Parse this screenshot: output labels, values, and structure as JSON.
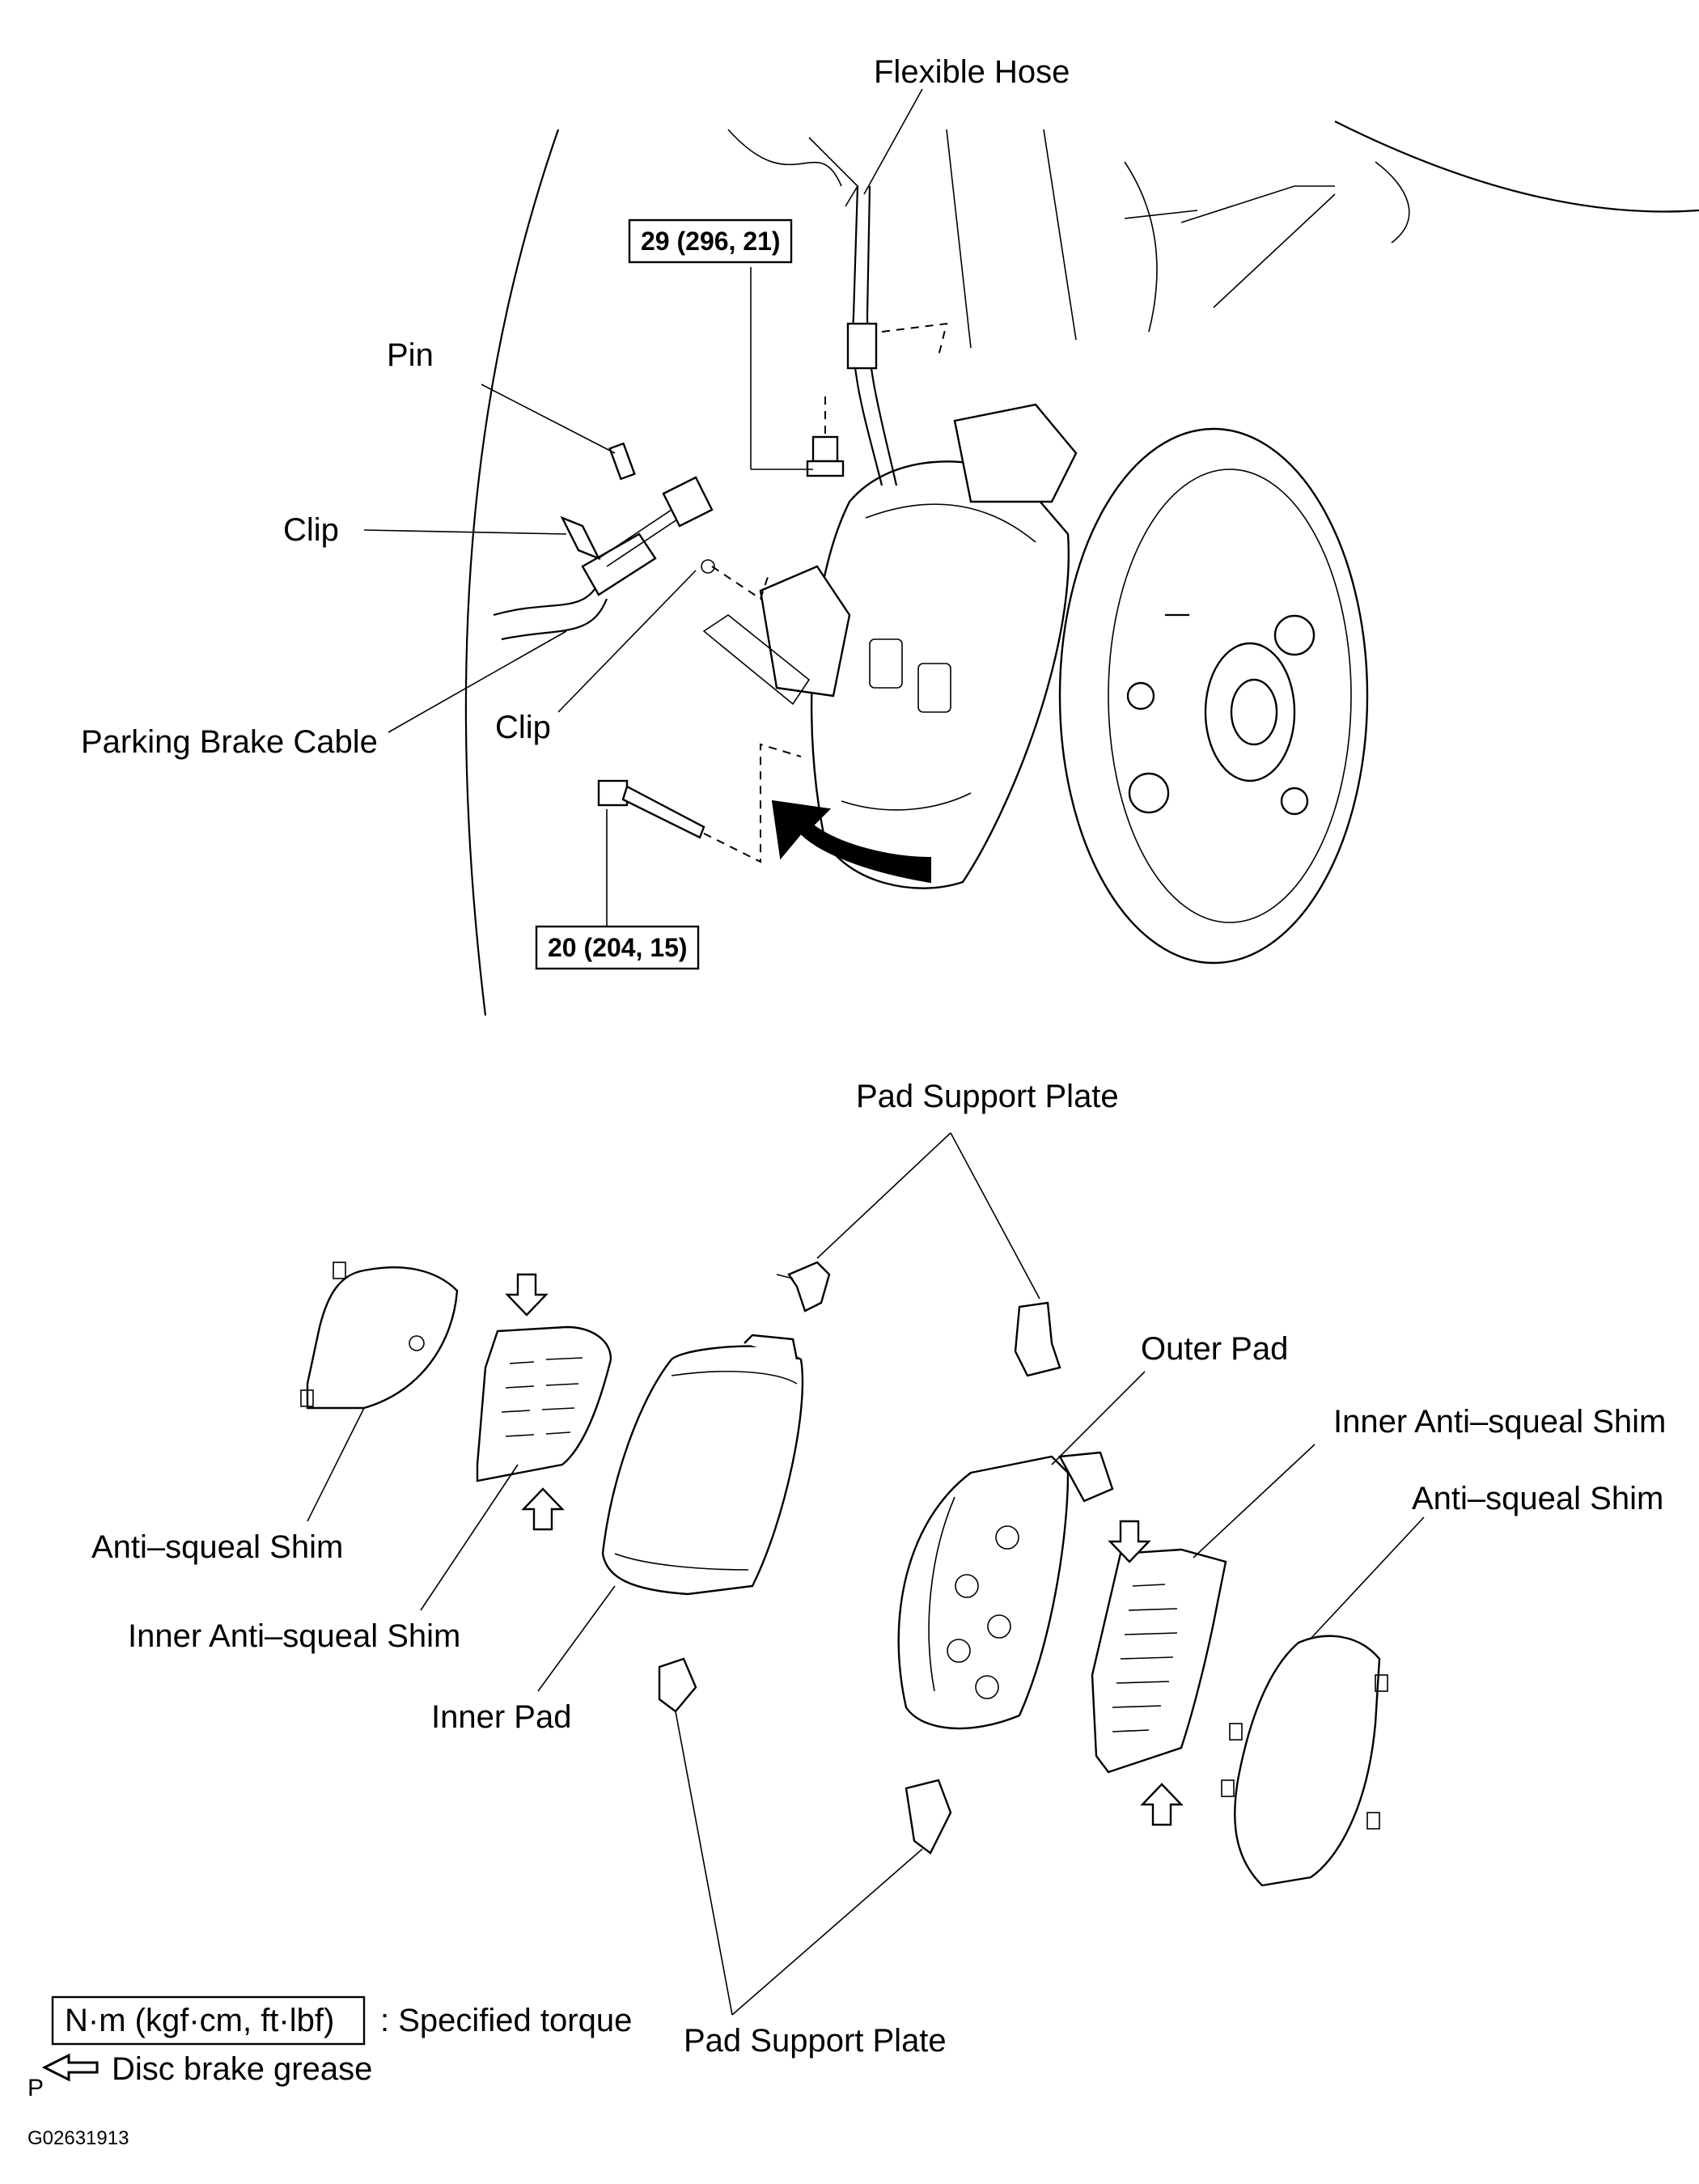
{
  "labels": {
    "flexible_hose": "Flexible Hose",
    "pin": "Pin",
    "clip_upper": "Clip",
    "clip_lower": "Clip",
    "parking_brake_cable": "Parking Brake Cable",
    "pad_support_plate_top": "Pad Support Plate",
    "outer_pad": "Outer Pad",
    "inner_anti_squeal_shim_right": "Inner Anti–squeal Shim",
    "anti_squeal_shim_right": "Anti–squeal Shim",
    "anti_squeal_shim_left": "Anti–squeal Shim",
    "inner_anti_squeal_shim_left": "Inner Anti–squeal Shim",
    "inner_pad": "Inner Pad",
    "pad_support_plate_bottom": "Pad Support Plate"
  },
  "torque": {
    "upper": "29 (296, 21)",
    "lower": "20 (204, 15)"
  },
  "legend": {
    "torque_unit": "N·m (kgf·cm, ft·lbf)",
    "torque_desc": ": Specified torque",
    "grease_marker": "P",
    "grease_desc": "Disc brake grease"
  },
  "figure_code": "G02631913",
  "icons": {
    "grease_arrow": "hollow-arrow-left-icon",
    "rotation_arrow": "curved-arrow-icon"
  }
}
